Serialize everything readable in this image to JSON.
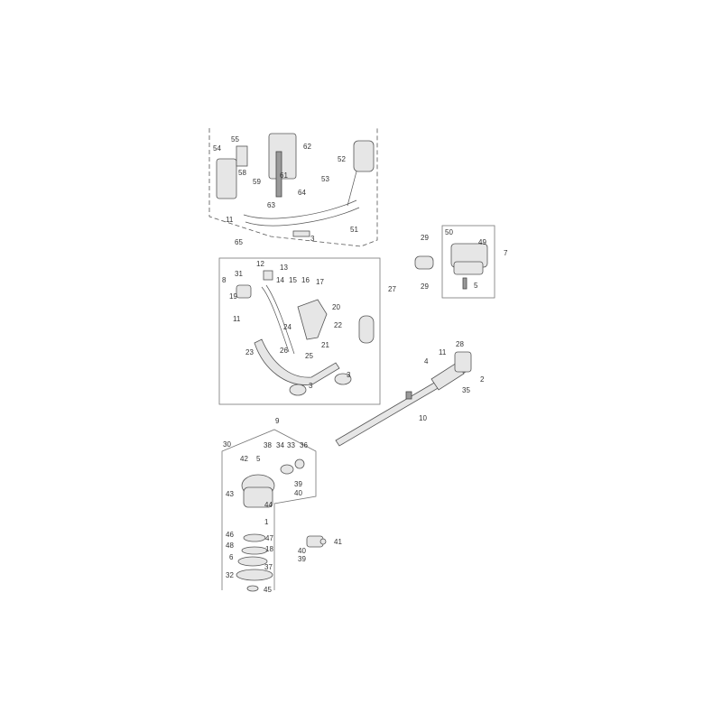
{
  "callouts": [
    "54",
    "55",
    "58",
    "59",
    "61",
    "62",
    "53",
    "52",
    "63",
    "64",
    "11",
    "51",
    "65",
    "3",
    "29",
    "29",
    "50",
    "49",
    "7",
    "5",
    "12",
    "13",
    "31",
    "8",
    "19",
    "14",
    "15",
    "16",
    "17",
    "20",
    "27",
    "11",
    "24",
    "22",
    "21",
    "23",
    "26",
    "25",
    "3",
    "3",
    "28",
    "11",
    "4",
    "2",
    "35",
    "10",
    "9",
    "30",
    "38",
    "34",
    "33",
    "36",
    "42",
    "5",
    "39",
    "40",
    "43",
    "44",
    "1",
    "46",
    "47",
    "48",
    "18",
    "6",
    "37",
    "32",
    "45",
    "41",
    "40",
    "39"
  ]
}
